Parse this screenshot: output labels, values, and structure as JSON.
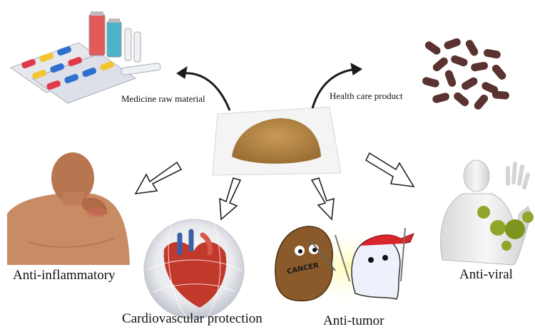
{
  "labels": {
    "medicine_raw_material": "Medicine raw material",
    "health_care_product": "Health care product",
    "anti_inflammatory": "Anti-inflammatory",
    "cardiovascular_protection": "Cardiovascular protection",
    "anti_tumor": "Anti-tumor",
    "anti_viral": "Anti-viral",
    "cancer_text": "CANCER"
  },
  "colors": {
    "powder": "#b38440",
    "capsule_brown": "#5a3230",
    "skin": "#c98b64",
    "heart": "#c1392b",
    "virus": "#8fa62a",
    "cancer_blob": "#8b5a2b",
    "headband": "#d8262c"
  }
}
